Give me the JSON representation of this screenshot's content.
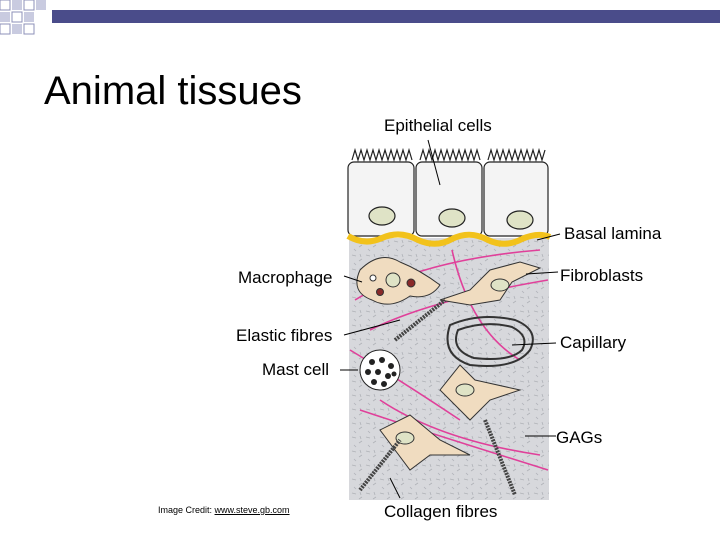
{
  "slide": {
    "title": "Animal tissues",
    "credit_prefix": "Image Credit: ",
    "credit_link": "www.steve.gb.com"
  },
  "labels": {
    "epithelial": "Epithelial cells",
    "basal": "Basal lamina",
    "macrophage": "Macrophage",
    "fibroblasts": "Fibroblasts",
    "elastic": "Elastic fibres",
    "capillary": "Capillary",
    "mast": "Mast cell",
    "gags": "GAGs",
    "collagen": "Collagen fibres"
  },
  "colors": {
    "accent_bar": "#4a4c8a",
    "accent_square": "#c9cbe0",
    "basal_lamina": "#f2c21b",
    "elastic_fibre": "#e0409a",
    "fibroblast": "#f0dcc0",
    "tissue_bg": "#d7d8dc"
  }
}
